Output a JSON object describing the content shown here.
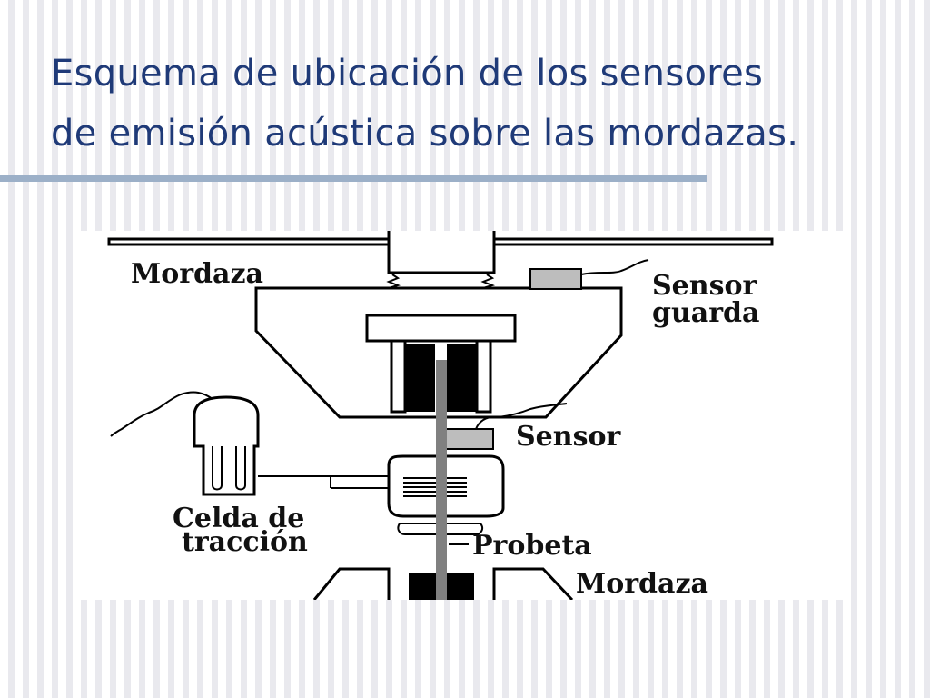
{
  "slide": {
    "title_line1": "Esquema de ubicación de los sensores",
    "title_line2": "de emisión acústica sobre las mordazas."
  },
  "diagram": {
    "label_mordaza_top": "Mordaza",
    "label_sensor_guarda_1": "Sensor",
    "label_sensor_guarda_2": "guarda",
    "label_sensor": "Sensor",
    "label_celda_1": "Celda de",
    "label_celda_2": "tracción",
    "label_probeta": "Probeta",
    "label_mordaza_bottom": "Mordaza"
  },
  "colors": {
    "title": "#1f3a78",
    "rule": "#9cb0c8",
    "sensor_fill": "#bdbdbd",
    "specimen": "#808080"
  }
}
